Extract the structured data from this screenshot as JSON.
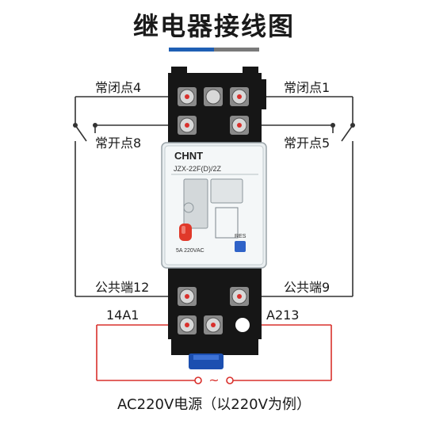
{
  "title": "继电器接线图",
  "labels": {
    "nc4": "常闭点4",
    "nc1": "常闭点1",
    "no8": "常开点8",
    "no5": "常开点5",
    "com12": "公共端12",
    "com9": "公共端9",
    "coil_a1": "14A1",
    "coil_a2": "A213"
  },
  "relay": {
    "brand": "CHNT",
    "model": "JZX-22F(D)/2Z",
    "rating": "5A 220VAC",
    "reset": "RES"
  },
  "source_symbol": "~",
  "caption": "AC220V电源（以220V为例）",
  "colors": {
    "accent_blue": "#1f5fb4",
    "accent_gray": "#7a7a7a",
    "wire_red": "#d9302c",
    "wire_dark": "#333333"
  }
}
